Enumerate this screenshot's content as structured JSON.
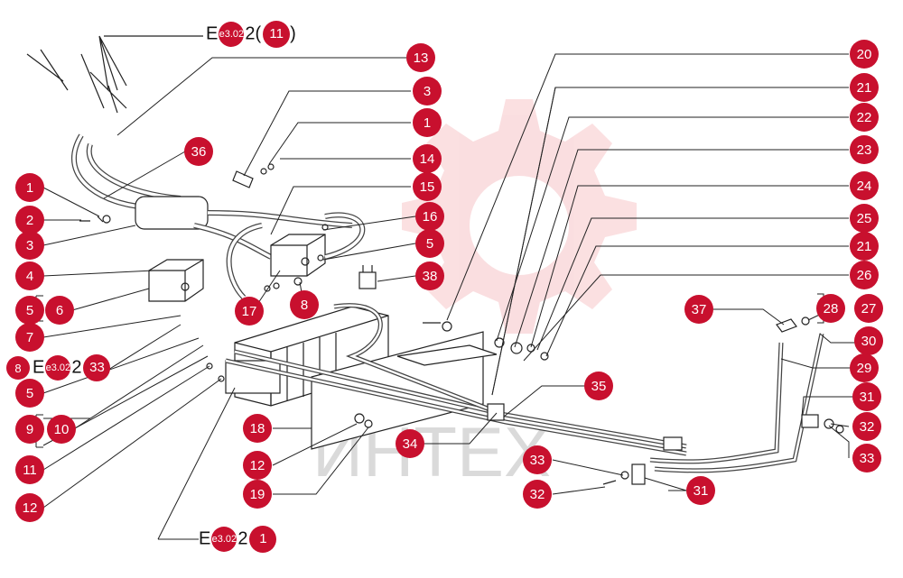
{
  "diagram": {
    "watermark": "ИНТЕХ",
    "accent_color": "#c8102e",
    "line_color": "#222222",
    "callouts": [
      "1",
      "2",
      "3",
      "4",
      "5",
      "6",
      "7",
      "8",
      "9",
      "10",
      "11",
      "12",
      "13",
      "14",
      "15",
      "16",
      "17",
      "18",
      "19",
      "20",
      "21",
      "22",
      "23",
      "24",
      "25",
      "26",
      "27",
      "28",
      "29",
      "30",
      "31",
      "32",
      "33",
      "34",
      "35",
      "36",
      "37",
      "38"
    ],
    "labels": {
      "left": [
        "1",
        "2",
        "3",
        "4",
        "5",
        "6",
        "7",
        "8",
        "5",
        "9",
        "10",
        "11",
        "12"
      ],
      "center": [
        "36",
        "13",
        "3",
        "1",
        "14",
        "15",
        "16",
        "5",
        "38",
        "8",
        "17",
        "18",
        "12",
        "19",
        "34",
        "35",
        "33",
        "32",
        "31"
      ],
      "right": [
        "20",
        "21",
        "22",
        "23",
        "24",
        "25",
        "21",
        "26",
        "37",
        "28",
        "27",
        "30",
        "29",
        "31",
        "32",
        "33"
      ]
    },
    "references": [
      {
        "prefix": "E",
        "mini": "e3.02",
        "suffix": "2(",
        "num": "11",
        "close": ")"
      },
      {
        "prefix": "E",
        "mini": "e3.02",
        "suffix": "2",
        "num": "33",
        "close": ""
      },
      {
        "prefix": "E",
        "mini": "e3.02",
        "suffix": "2",
        "num": "1",
        "close": ""
      }
    ]
  }
}
